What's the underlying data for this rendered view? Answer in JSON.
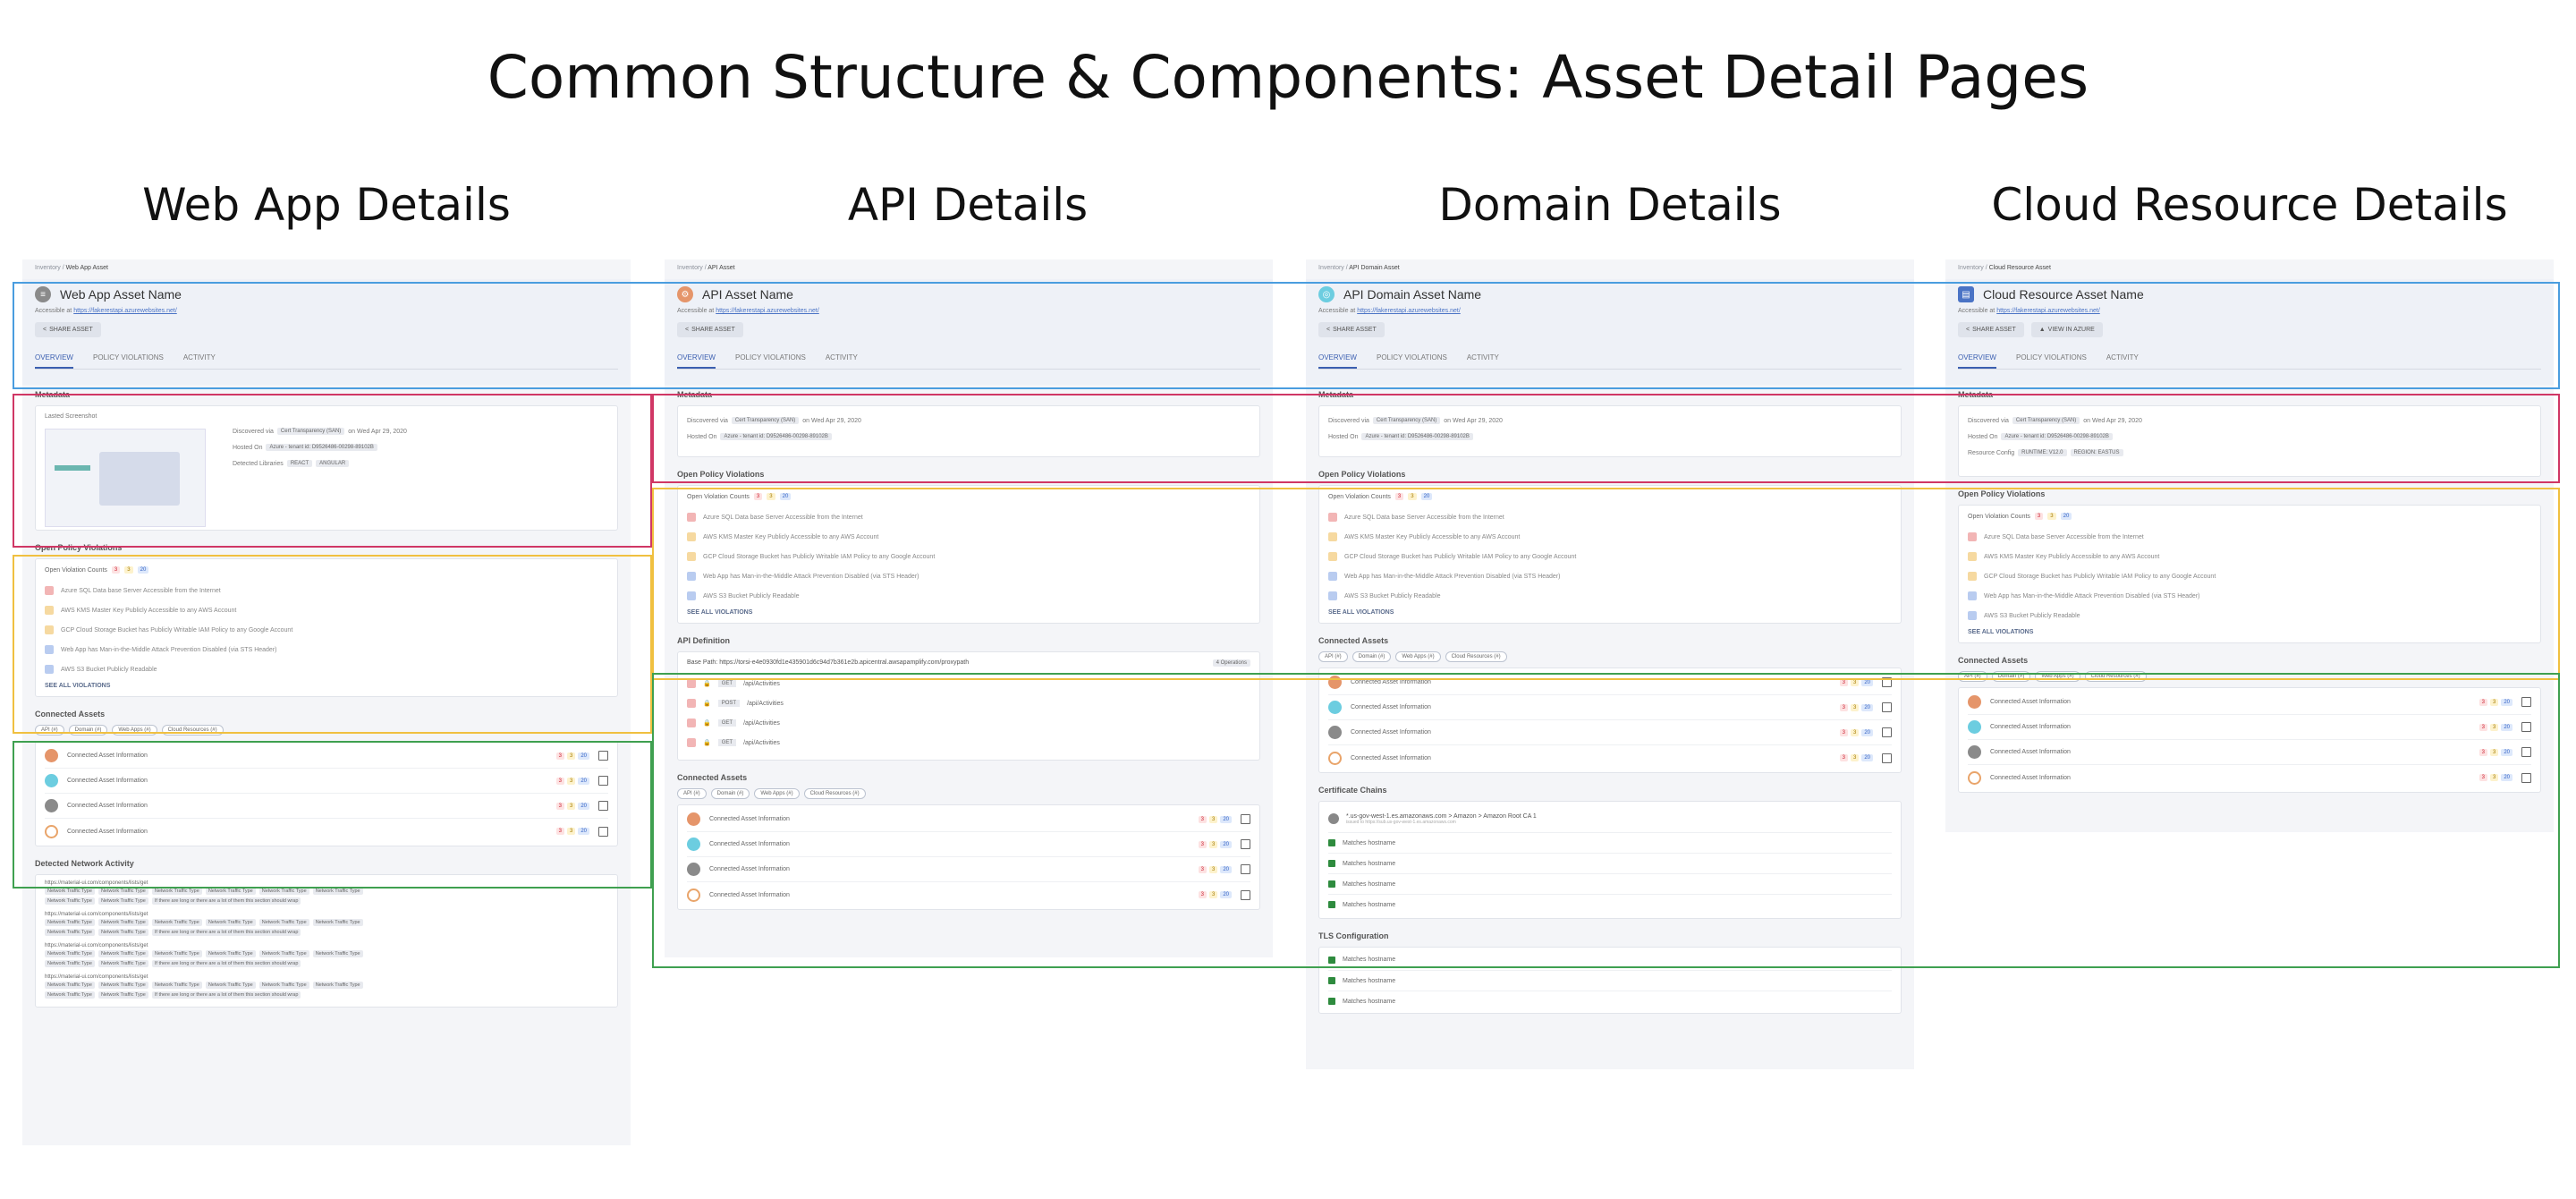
{
  "page": {
    "title": "Common Structure & Components: Asset Detail Pages"
  },
  "columns": [
    {
      "heading": "Web App Details",
      "breadcrumb_root": "Inventory",
      "breadcrumb_leaf": "Web App Asset",
      "asset_name": "Web App Asset Name",
      "accessible_label": "Accessible at",
      "accessible_url": "https://fakerestapi.azurewebsites.net/",
      "buttons": [
        "SHARE ASSET"
      ],
      "tabs": [
        "OVERVIEW",
        "POLICY VIOLATIONS",
        "ACTIVITY"
      ]
    },
    {
      "heading": "API Details",
      "breadcrumb_root": "Inventory",
      "breadcrumb_leaf": "API Asset",
      "asset_name": "API Asset Name",
      "accessible_label": "Accessible at",
      "accessible_url": "https://fakerestapi.azurewebsites.net/",
      "buttons": [
        "SHARE ASSET"
      ],
      "tabs": [
        "OVERVIEW",
        "POLICY VIOLATIONS",
        "ACTIVITY"
      ]
    },
    {
      "heading": "Domain Details",
      "breadcrumb_root": "Inventory",
      "breadcrumb_leaf": "API Domain Asset",
      "asset_name": "API Domain Asset Name",
      "accessible_label": "Accessible at",
      "accessible_url": "https://fakerestapi.azurewebsites.net/",
      "buttons": [
        "SHARE ASSET"
      ],
      "tabs": [
        "OVERVIEW",
        "POLICY VIOLATIONS",
        "ACTIVITY"
      ]
    },
    {
      "heading": "Cloud Resource Details",
      "breadcrumb_root": "Inventory",
      "breadcrumb_leaf": "Cloud Resource Asset",
      "asset_name": "Cloud Resource Asset Name",
      "accessible_label": "Accessible at",
      "accessible_url": "https://fakerestapi.azurewebsites.net/",
      "buttons": [
        "SHARE ASSET",
        "VIEW IN AZURE"
      ],
      "tabs": [
        "OVERVIEW",
        "POLICY VIOLATIONS",
        "ACTIVITY"
      ]
    }
  ],
  "metadata": {
    "title": "Metadata",
    "screenshot_label": "Lasted Screenshot",
    "discovered_label": "Discovered via",
    "discovered_chip": "Cert Transparency (SAN)",
    "discovered_date": "on Wed Apr 29, 2020",
    "hosted_label": "Hosted On",
    "hosted_chip": "Azure - tenant id: D9526486-00298-89102B",
    "libraries_label": "Detected Libraries",
    "libraries": [
      "REACT",
      "ANGULAR"
    ],
    "resource_label": "Resource Config",
    "resource_chips": [
      "RUNTIME: V12.0",
      "REGION: EASTUS"
    ]
  },
  "violations": {
    "title": "Open Policy Violations",
    "counts_label": "Open Violation Counts",
    "counts": [
      "3",
      "3",
      "20"
    ],
    "items": [
      "Azure SQL Data base Server Accessible from the Internet",
      "AWS KMS Master Key Publicly Accessible to any AWS Account",
      "GCP Cloud Storage Bucket has Publicly Writable IAM Policy to any Google Account",
      "Web App has Man-in-the-Middle Attack Prevention Disabled (via STS Header)",
      "AWS S3 Bucket Publicly Readable"
    ],
    "see_all": "SEE ALL VIOLATIONS"
  },
  "connected": {
    "title": "Connected Assets",
    "filters": [
      "API (#)",
      "Domain (#)",
      "Web Apps (#)",
      "Cloud Resources (#)"
    ],
    "row_label": "Connected Asset Information",
    "row_counts": [
      "3",
      "3",
      "20"
    ]
  },
  "network": {
    "title": "Detected Network Activity",
    "url": "https://material-ui.com/components/lists/get",
    "traffic": "Network Traffic Type",
    "long": "If there are long or there are a lot of them this section should wrap"
  },
  "api_def": {
    "title": "API Definition",
    "base_path": "Base Path: https://torsi-e4e0930fd1e435901d6c94d7b361e2b.apicentral.awsapamplify.com/proxypath",
    "ops": "4 Operations",
    "endpoints": [
      {
        "method": "GET",
        "path": "/api/Activities"
      },
      {
        "method": "POST",
        "path": "/api/Activities"
      },
      {
        "method": "GET",
        "path": "/api/Activities"
      },
      {
        "method": "GET",
        "path": "/api/Activities"
      }
    ]
  },
  "certs": {
    "title": "Certificate Chains",
    "chain": "*.us-gov-west-1.es.amazonaws.com > Amazon > Amazon Root CA 1",
    "chain_sub": "issued to https://sub.us-gov-west-1.es.amazonaws.com",
    "match": "Matches hostname",
    "tls_title": "TLS Configuration"
  }
}
